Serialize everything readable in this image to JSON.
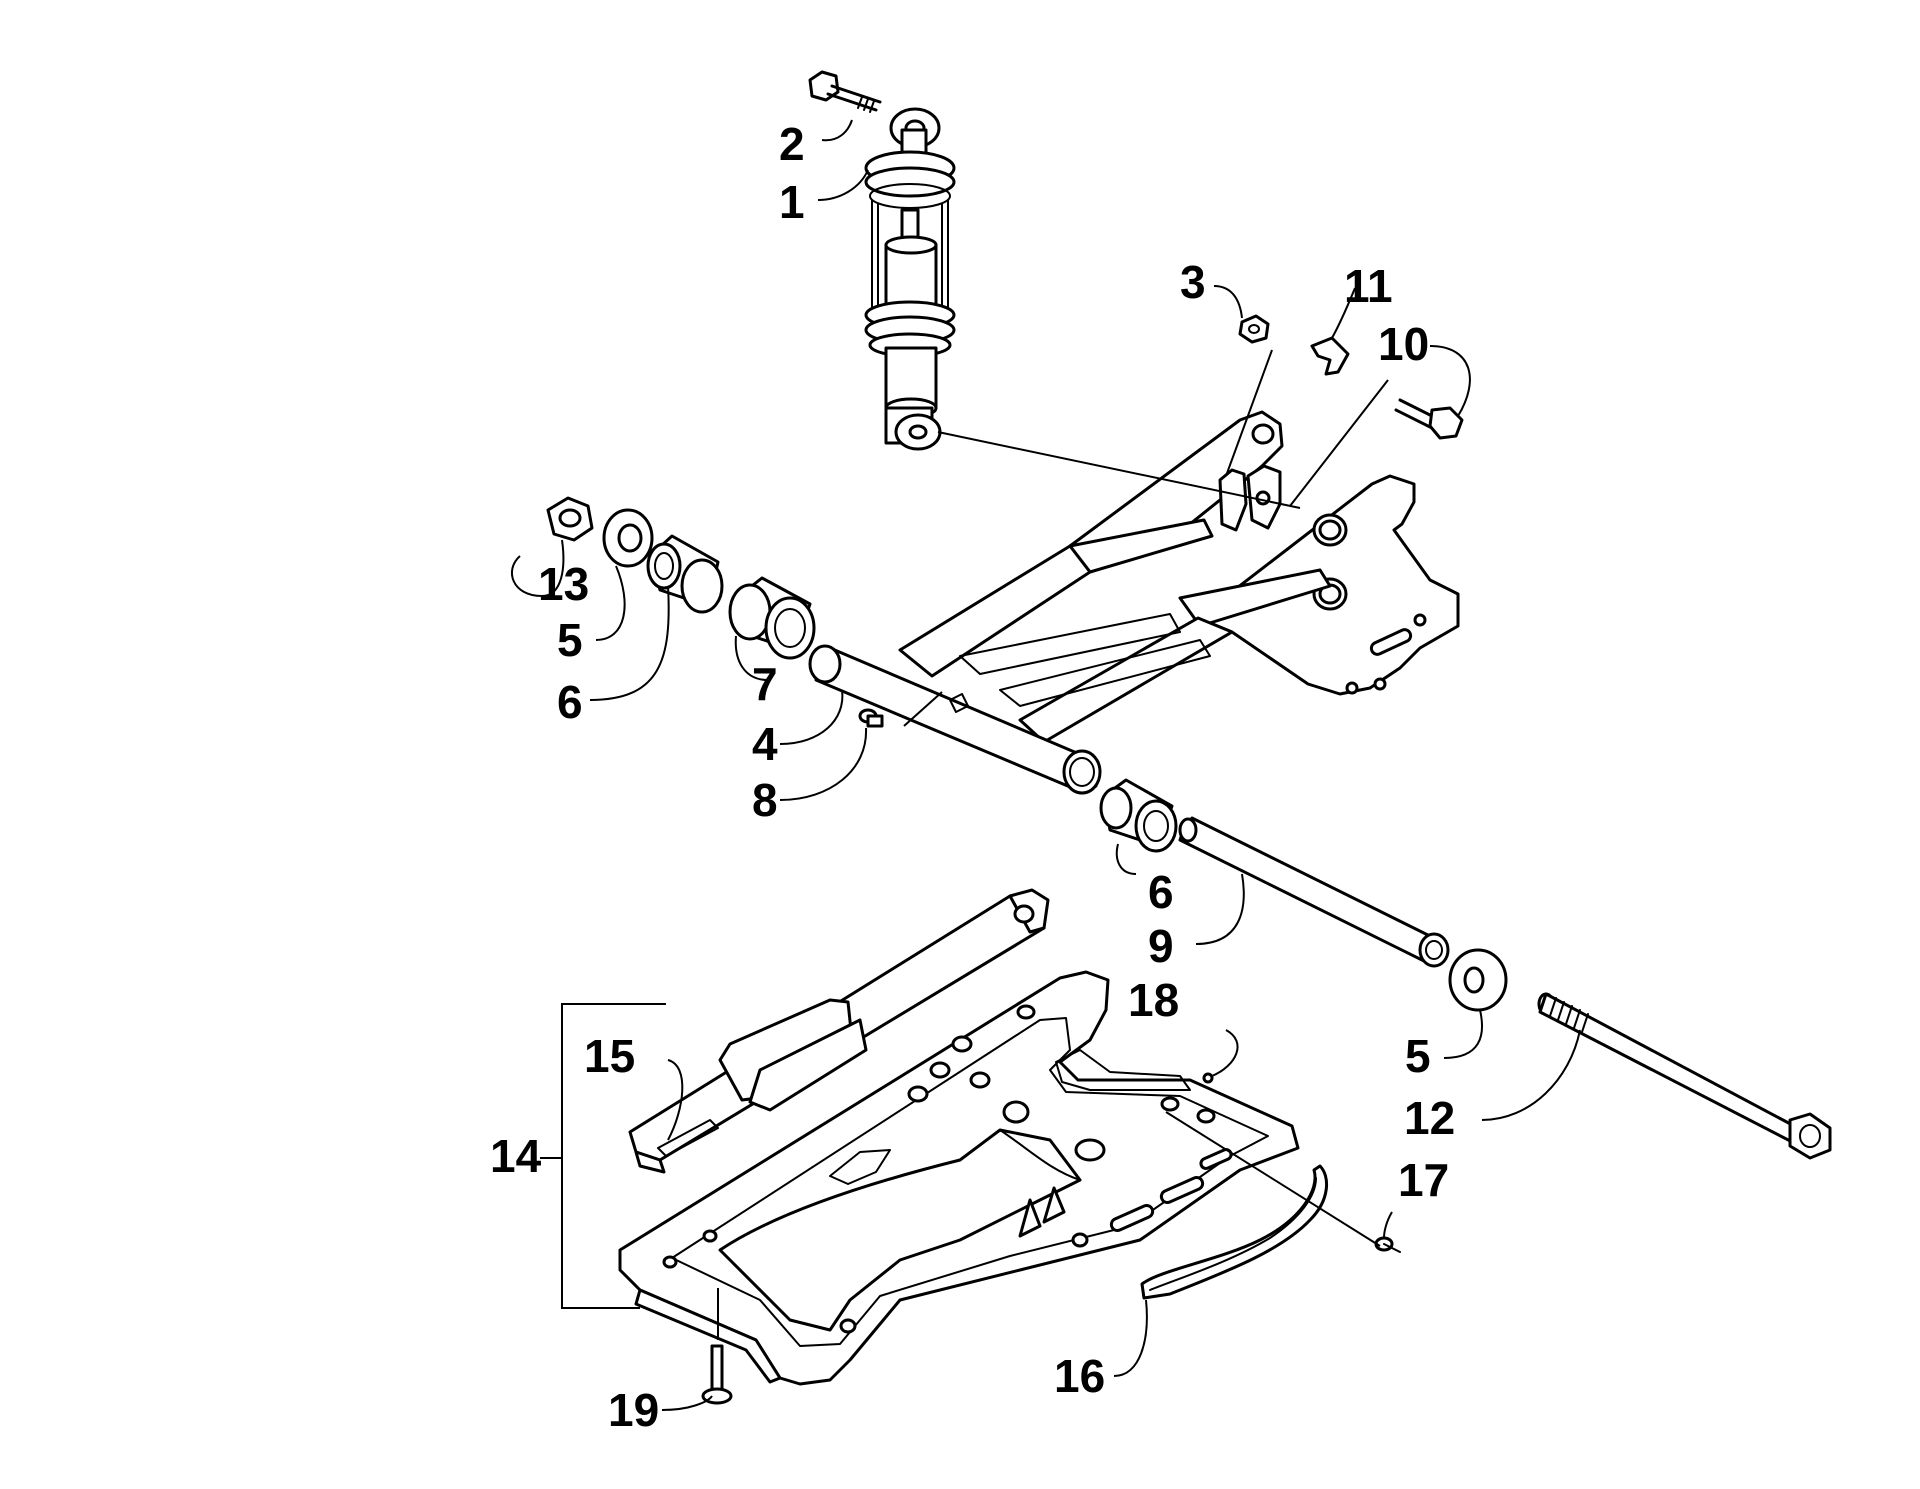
{
  "callouts": [
    {
      "id": "c1",
      "label": "1"
    },
    {
      "id": "c2",
      "label": "2"
    },
    {
      "id": "c3",
      "label": "3"
    },
    {
      "id": "c4",
      "label": "4"
    },
    {
      "id": "c5a",
      "label": "5"
    },
    {
      "id": "c5b",
      "label": "5"
    },
    {
      "id": "c6a",
      "label": "6"
    },
    {
      "id": "c6b",
      "label": "6"
    },
    {
      "id": "c7",
      "label": "7"
    },
    {
      "id": "c8",
      "label": "8"
    },
    {
      "id": "c9",
      "label": "9"
    },
    {
      "id": "c10",
      "label": "10"
    },
    {
      "id": "c11",
      "label": "11"
    },
    {
      "id": "c12",
      "label": "12"
    },
    {
      "id": "c13",
      "label": "13"
    },
    {
      "id": "c14",
      "label": "14"
    },
    {
      "id": "c15",
      "label": "15"
    },
    {
      "id": "c16",
      "label": "16"
    },
    {
      "id": "c17",
      "label": "17"
    },
    {
      "id": "c18",
      "label": "18"
    },
    {
      "id": "c19",
      "label": "19"
    }
  ],
  "colors": {
    "line": "#000000",
    "background": "#ffffff"
  }
}
